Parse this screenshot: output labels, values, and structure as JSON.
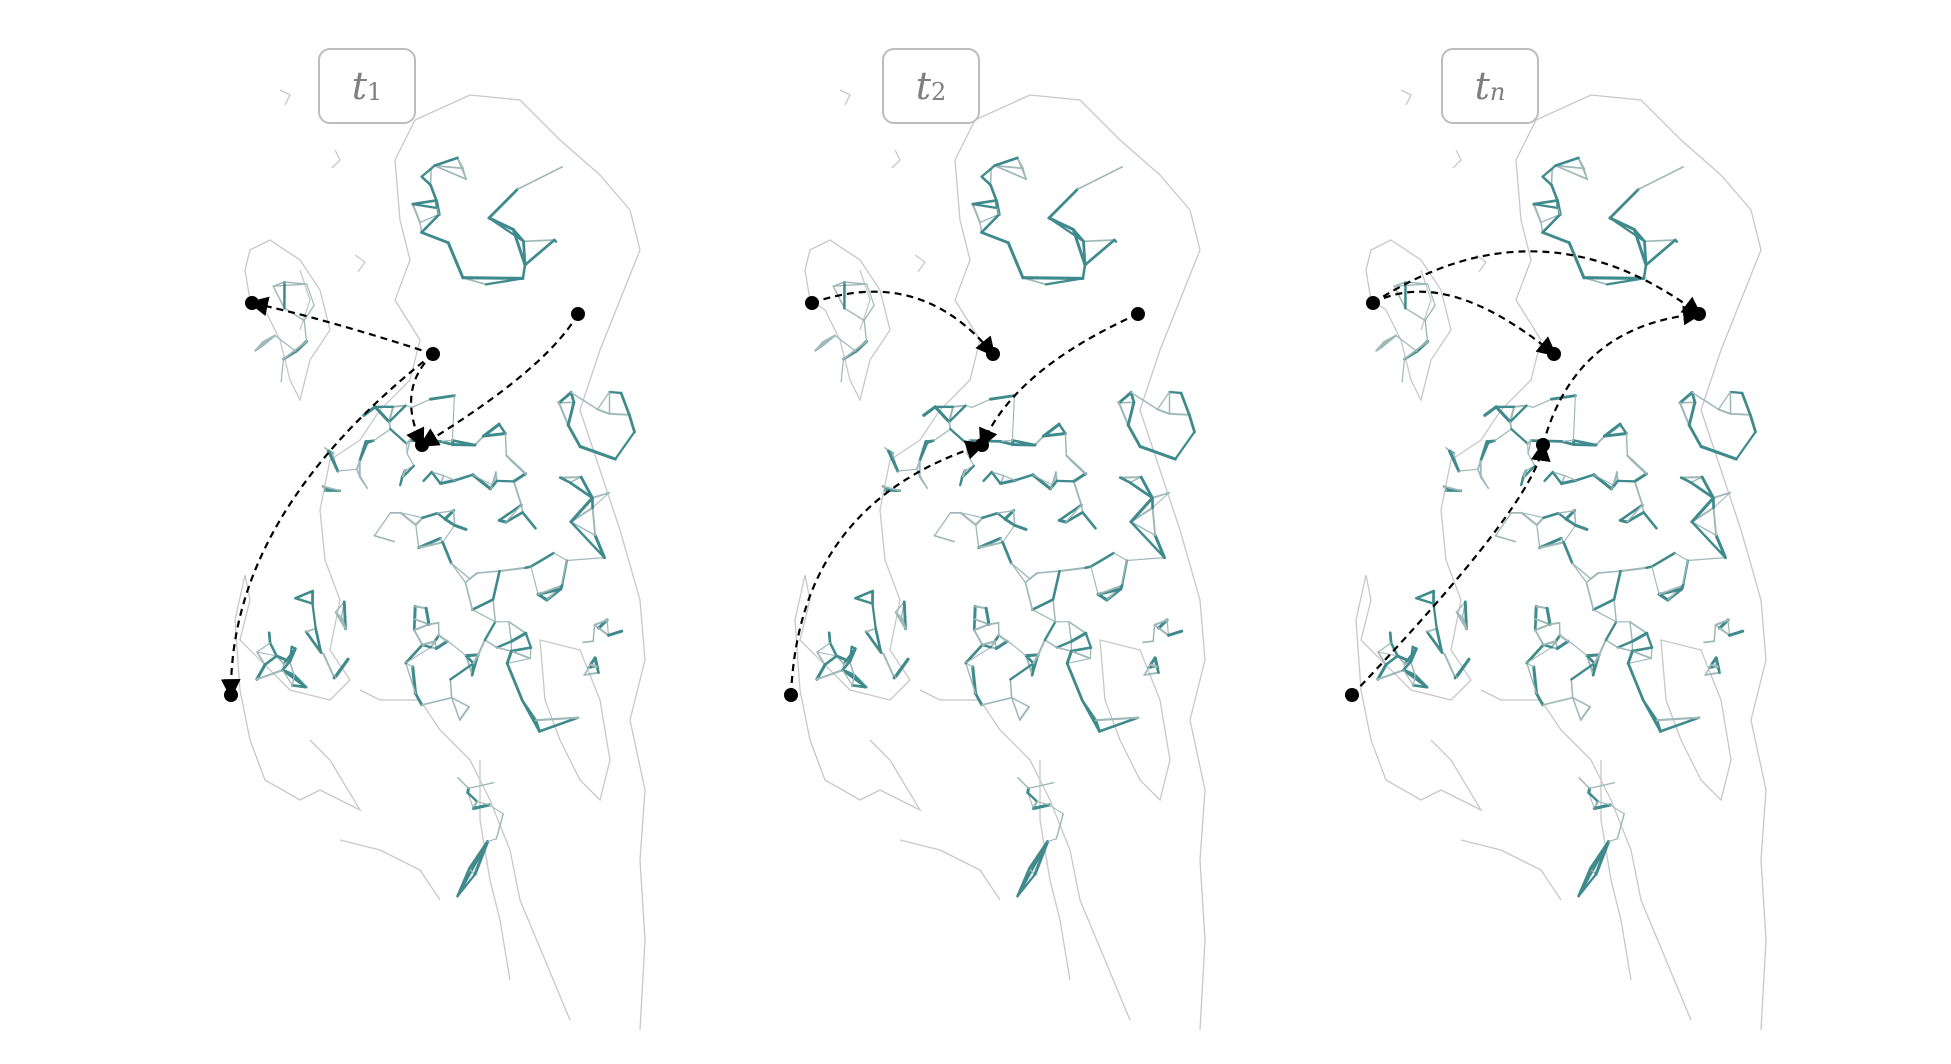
{
  "panels": [
    {
      "label": {
        "main": "t",
        "sub": "1",
        "sub_italic": false
      },
      "flows": [
        {
          "from": "hub",
          "to": "west_island"
        },
        {
          "from": "hub",
          "to": "southwest"
        },
        {
          "from": "northeast",
          "to": "center"
        },
        {
          "from": "hub",
          "to": "center"
        }
      ]
    },
    {
      "label": {
        "main": "t",
        "sub": "2",
        "sub_italic": false
      },
      "flows": [
        {
          "from": "west_island",
          "to": "hub"
        },
        {
          "from": "northeast",
          "to": "center"
        },
        {
          "from": "southwest",
          "to": "center"
        }
      ]
    },
    {
      "label": {
        "main": "t",
        "sub": "n",
        "sub_italic": true
      },
      "flows": [
        {
          "from": "west_island",
          "to": "northeast"
        },
        {
          "from": "west_island",
          "to": "hub"
        },
        {
          "from": "center",
          "to": "northeast"
        },
        {
          "from": "southwest",
          "to": "center"
        }
      ]
    }
  ],
  "colors": {
    "network_dark": "#3f8a8c",
    "network_light": "#9fb8b8",
    "outline": "#c8c8c8",
    "arrow": "#000000",
    "label_border": "#bdbdbd",
    "label_text": "#7f7f7f"
  }
}
